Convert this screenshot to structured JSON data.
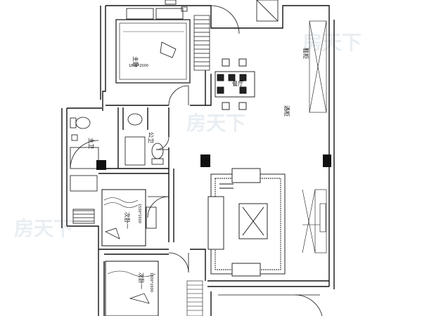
{
  "rooms": {
    "master_bedroom": "主卧",
    "master_bed_size": "1800*2000",
    "dining_room": "餐厅",
    "wine_cabinet": "酒柜",
    "shoe_cabinet": "鞋柜",
    "master_bath": "主卫",
    "public_bath": "公卫",
    "second_bedroom_1": "次卧一",
    "second_bed_1_size": "1500*2000",
    "second_bedroom_2": "次卧一",
    "second_bed_2_size": "1800*2000"
  },
  "watermarks": [
    "房天下",
    "房天下",
    "房天下"
  ]
}
